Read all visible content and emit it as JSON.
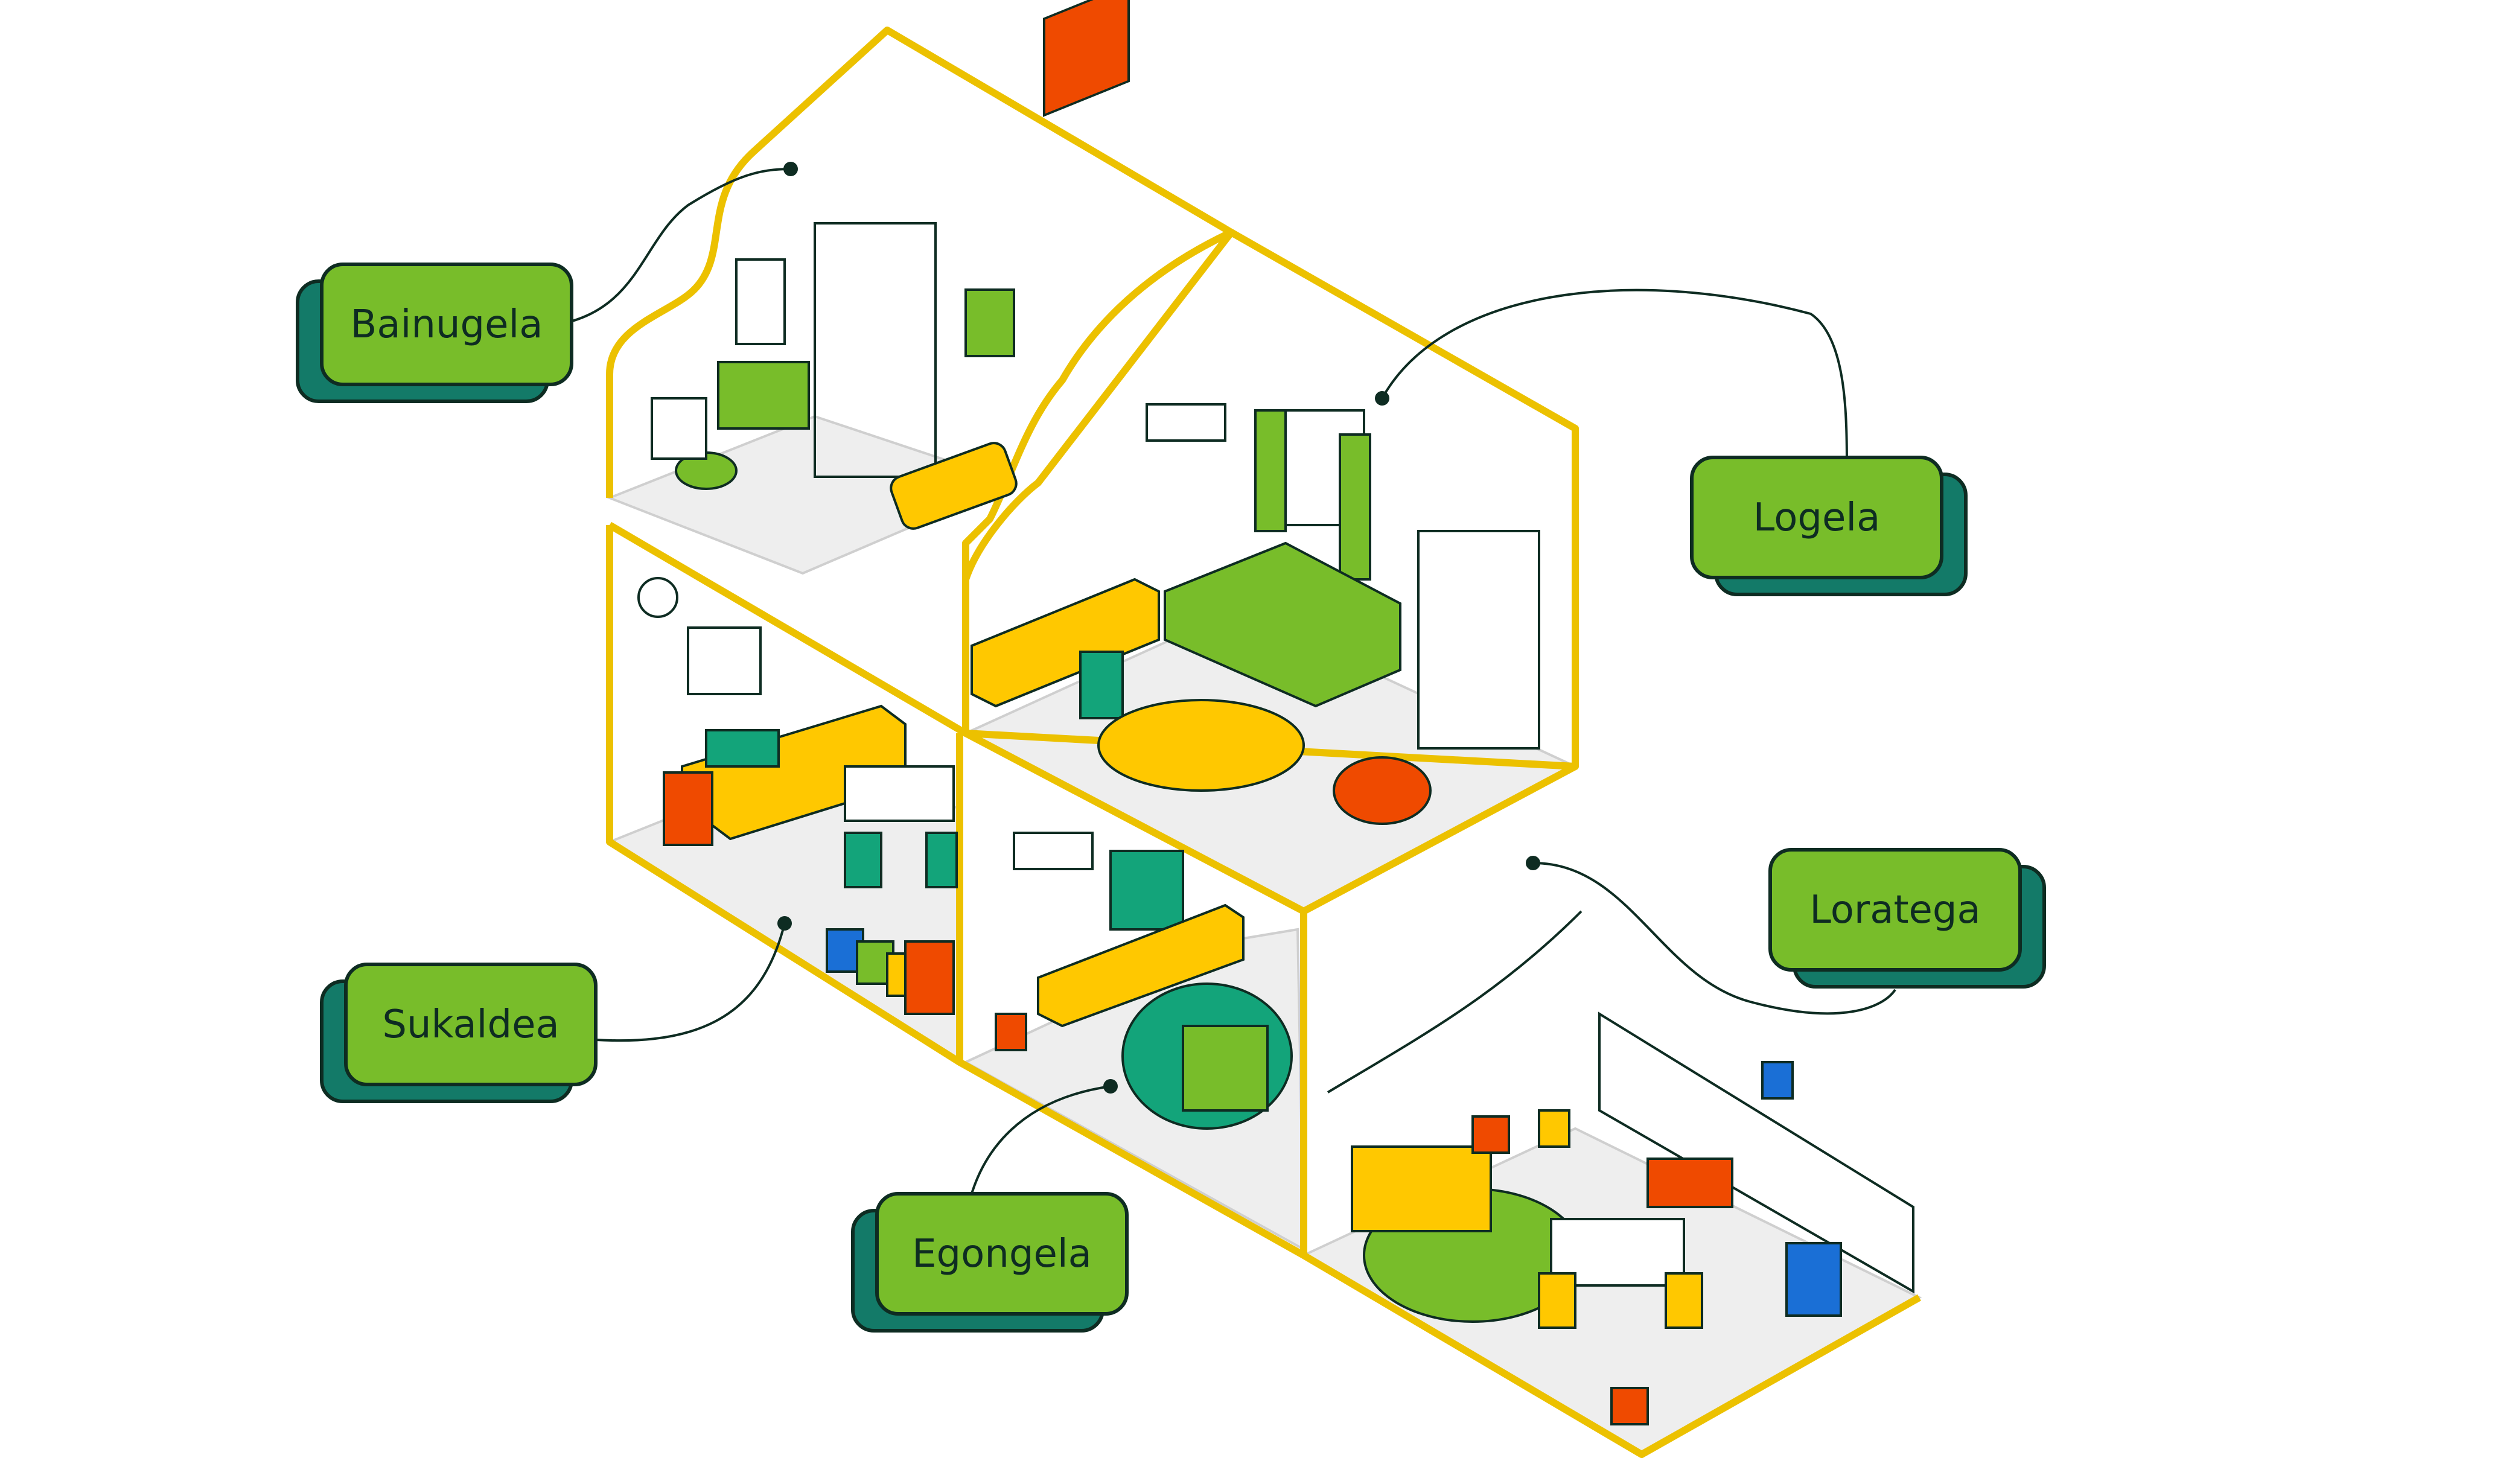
{
  "rooms": [
    {
      "id": "bathroom",
      "label": "Bainugela"
    },
    {
      "id": "bedroom",
      "label": "Logela"
    },
    {
      "id": "kitchen",
      "label": "Sukaldea"
    },
    {
      "id": "living-room",
      "label": "Egongela"
    },
    {
      "id": "garden",
      "label": "Loratega"
    }
  ],
  "colors": {
    "wall_outline": "#ecc100",
    "label_fill": "#78bd2a",
    "label_shadow": "#137a68",
    "ink": "#0e2c22",
    "accent_red": "#ef4a00",
    "accent_yellow": "#ffc800",
    "accent_teal": "#13a47a",
    "accent_blue": "#1a6fd6",
    "floor": "#eeeeee"
  }
}
